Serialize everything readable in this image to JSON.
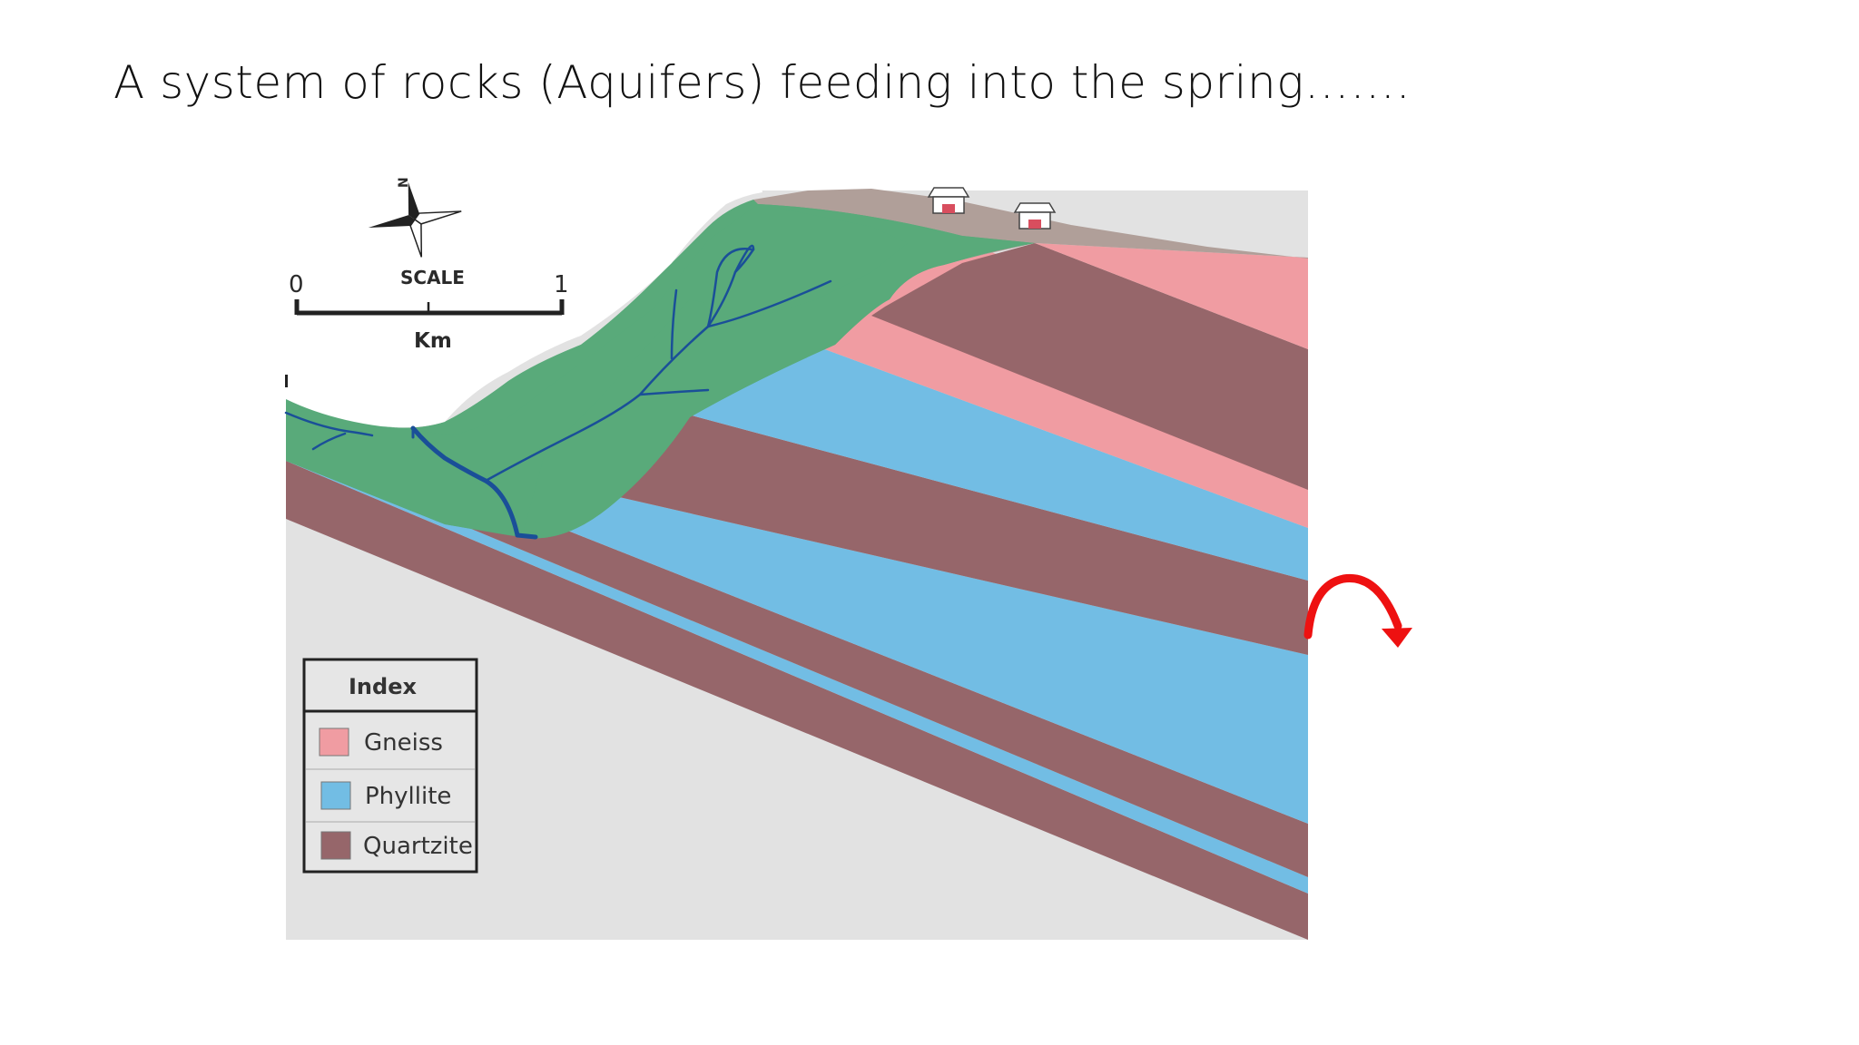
{
  "slide": {
    "title": "A system of rocks (Aquifers) feeding into the spring……."
  },
  "diagram": {
    "compass": {
      "north_label": "N"
    },
    "scale": {
      "start": "0",
      "end": "1",
      "label": "SCALE",
      "unit": "Km"
    },
    "legend": {
      "title": "Index",
      "items": [
        {
          "label": "Gneiss",
          "color": "#f09ca2"
        },
        {
          "label": "Phyllite",
          "color": "#72bde4"
        },
        {
          "label": "Quartzite",
          "color": "#96666a"
        }
      ]
    },
    "colors": {
      "vegetation": "#59aa7a",
      "river": "#1a4f98",
      "bedrock": "#e2e2e2",
      "summit_soil": "#b09f99",
      "arrow": "#ee1111"
    },
    "icons": [
      "compass-rose-icon",
      "house-icon",
      "curved-arrow-icon"
    ]
  }
}
